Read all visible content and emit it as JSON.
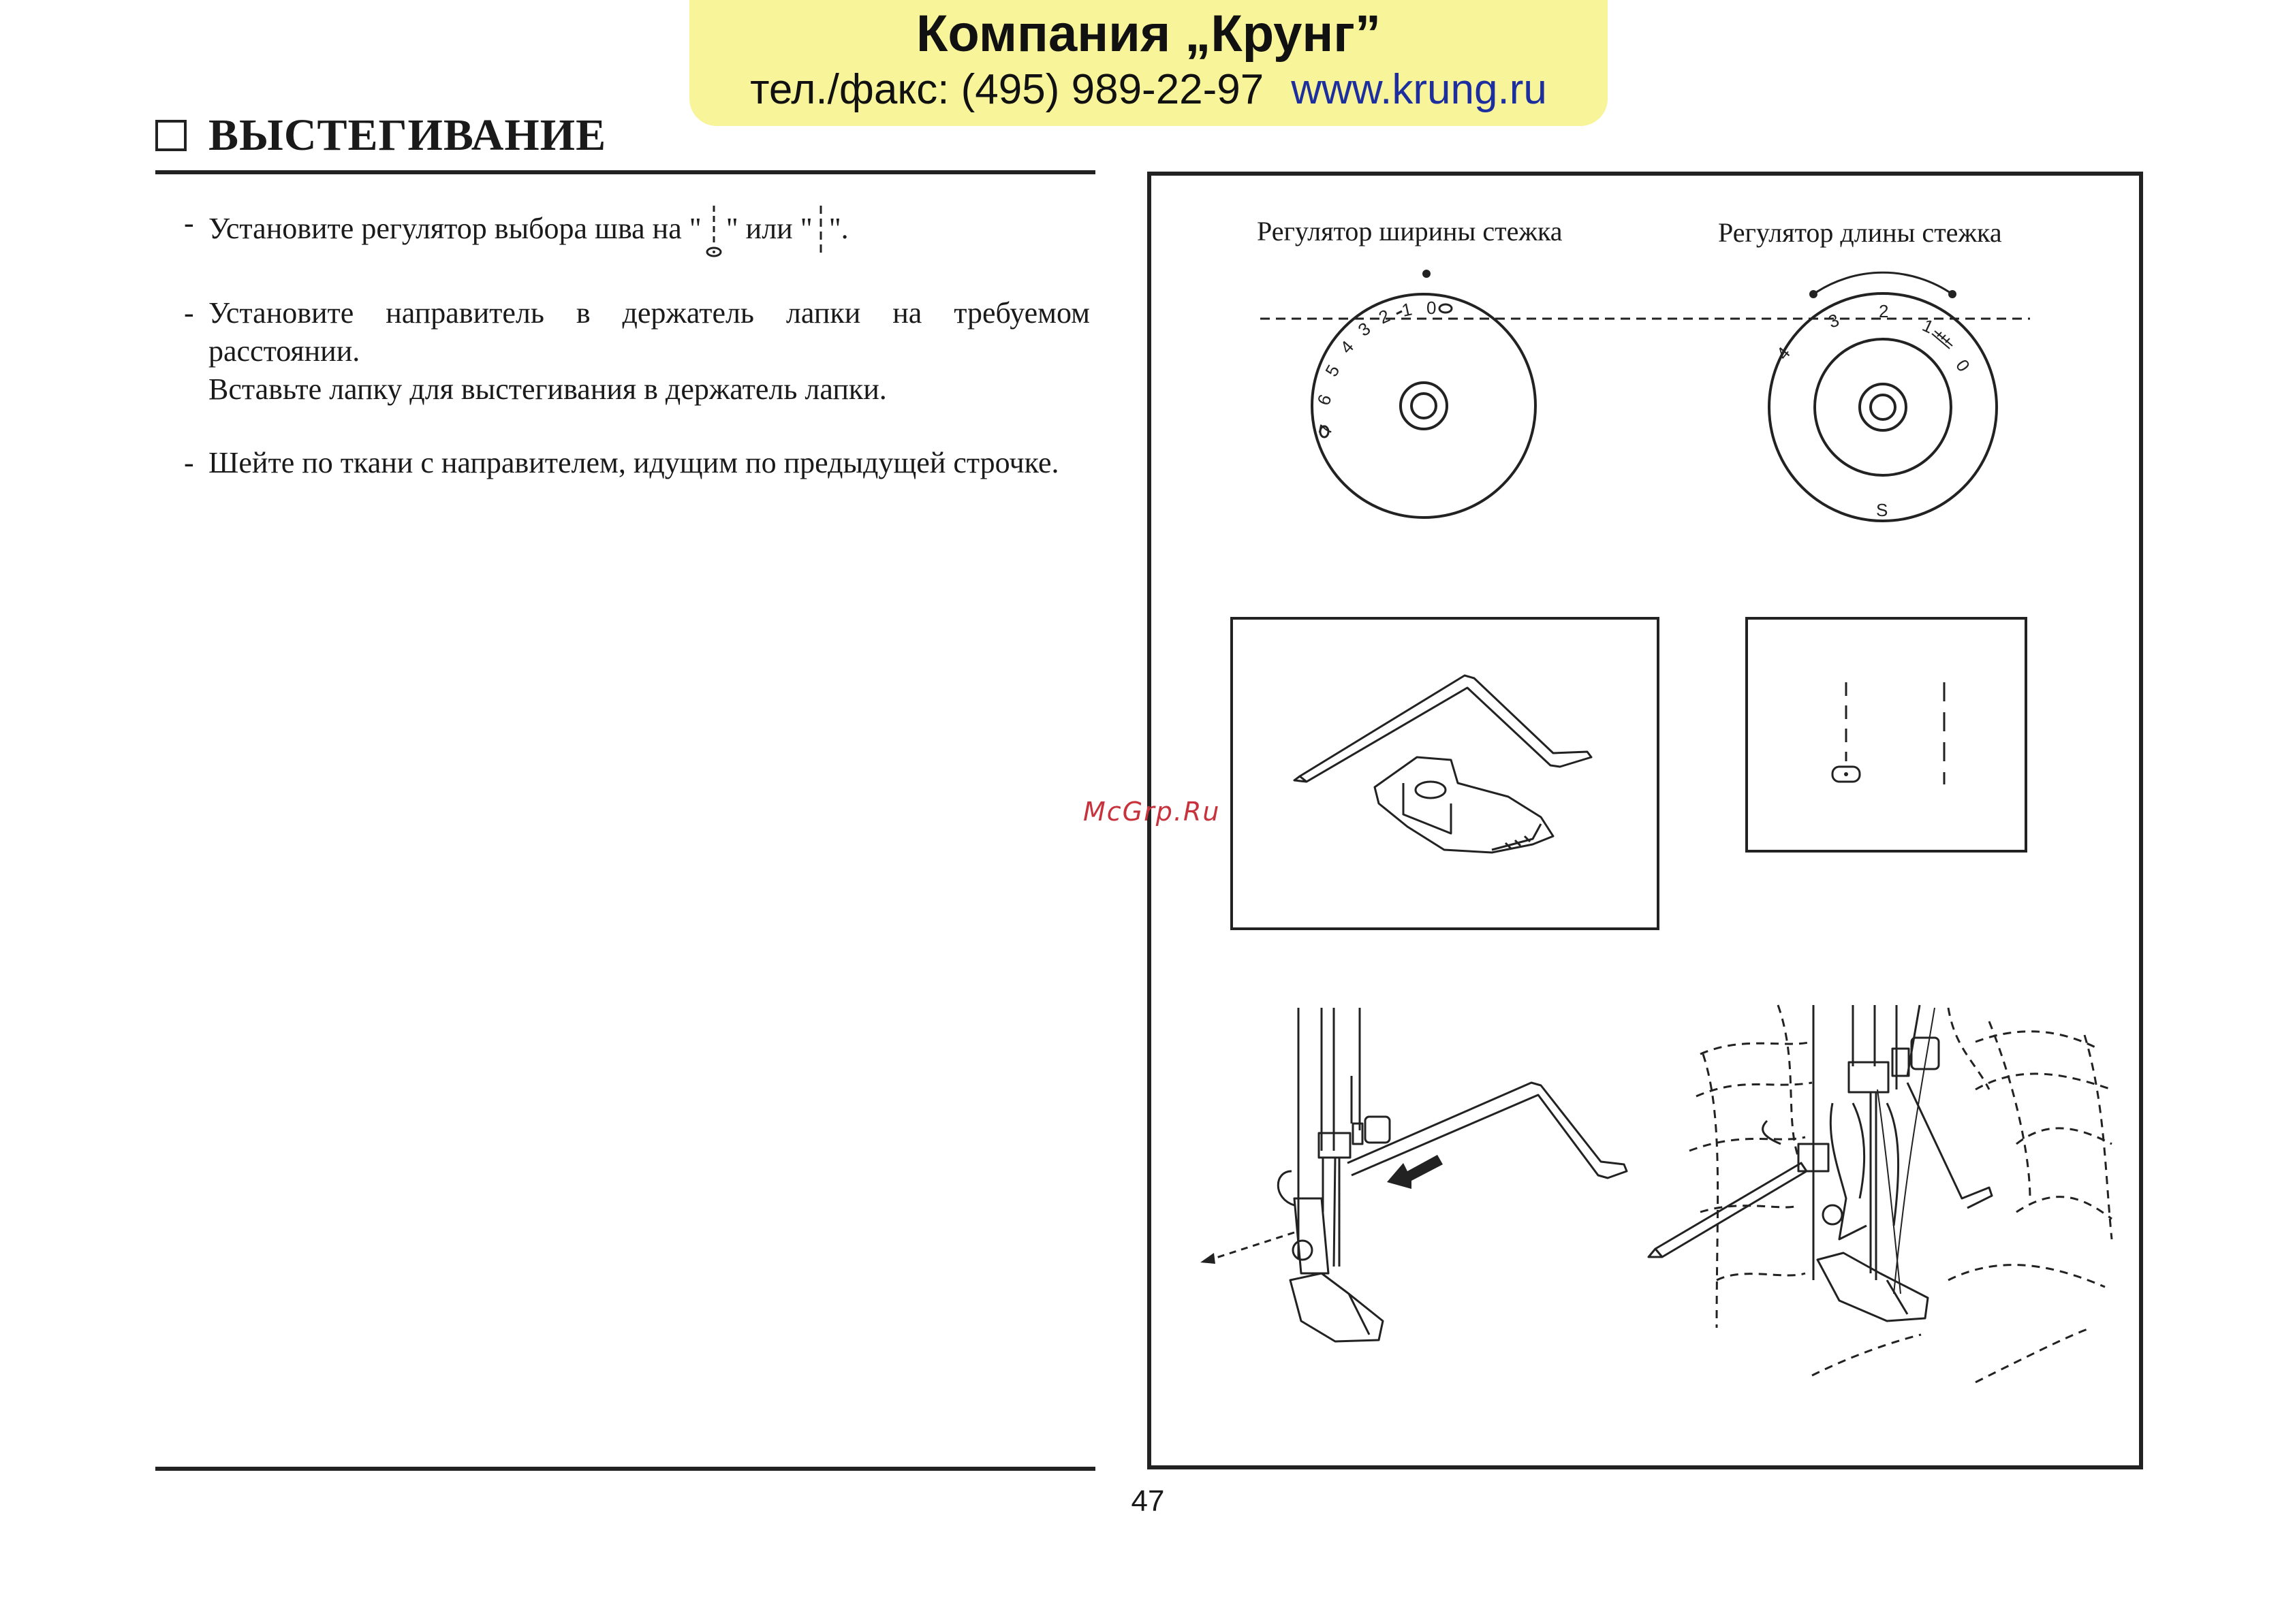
{
  "banner": {
    "company": "Компания „Крунг”",
    "phone": "тел./факс: (495) 989-22-97",
    "website": "www.krung.ru"
  },
  "section": {
    "title": "ВЫСТЕГИВАНИЕ"
  },
  "steps": [
    {
      "dash": "-",
      "text_before": "Установите регулятор выбора шва на \"",
      "text_middle": "\" или \"",
      "text_after": "\"."
    },
    {
      "dash": "-",
      "line1": "Установите направитель в держатель лапки на требуемом расстоянии.",
      "line2": "Вставьте лапку для выстегивания в держатель лапки."
    },
    {
      "dash": "-",
      "text": "Шейте по ткани с направителем, идущим по предыдущей строчке."
    }
  ],
  "figure": {
    "width_dial": {
      "label": "Регулятор ширины стежка",
      "numbers": [
        "7",
        "6",
        "5",
        "4",
        "3",
        "2",
        "1",
        "0"
      ]
    },
    "length_dial": {
      "label": "Регулятор длины стежка",
      "numbers": [
        "4",
        "3",
        "2",
        "1",
        "0"
      ],
      "bottom_mark": "S"
    }
  },
  "watermark": "McGrp.Ru",
  "page_number": "47"
}
